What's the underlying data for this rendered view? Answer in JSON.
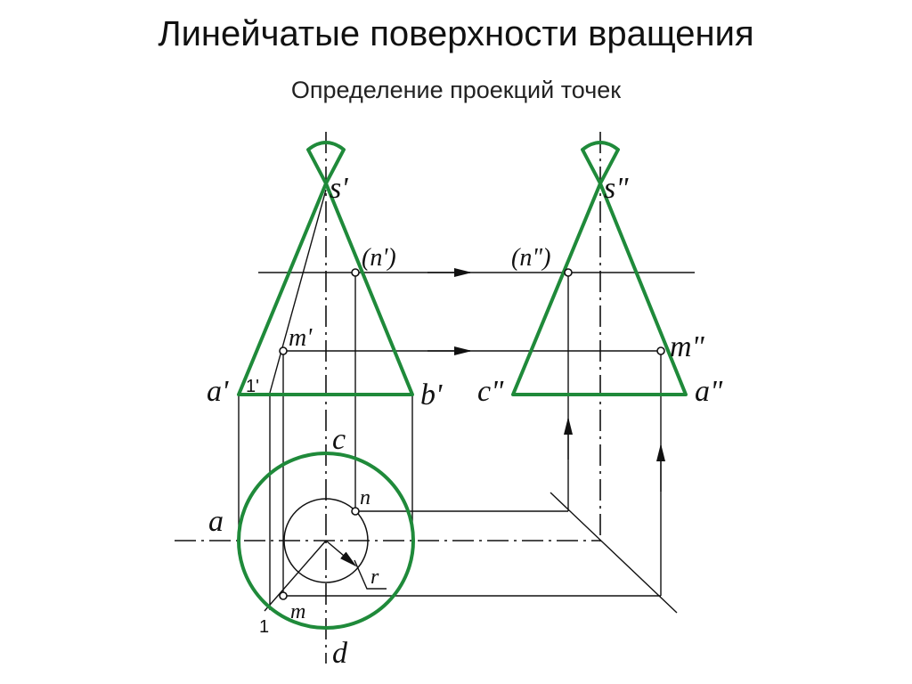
{
  "slide": {
    "title": "Линейчатые поверхности вращения",
    "subtitle": "Определение проекций точек"
  },
  "colors": {
    "outline": "#1f8a3a",
    "line": "#111111"
  },
  "labels": {
    "s_front": "s'",
    "s_side": "s\"",
    "n_front": "(n')",
    "n_side": "(n\")",
    "m_front": "m'",
    "m_side": "m\"",
    "a_front": "a'",
    "b_front": "b'",
    "c_side": "c\"",
    "a_side": "a\"",
    "one_front": "1'",
    "c_top": "c",
    "a_top": "a",
    "n_top": "n",
    "r_top": "r",
    "m_top": "m",
    "one_top": "1",
    "d_top": "d"
  }
}
